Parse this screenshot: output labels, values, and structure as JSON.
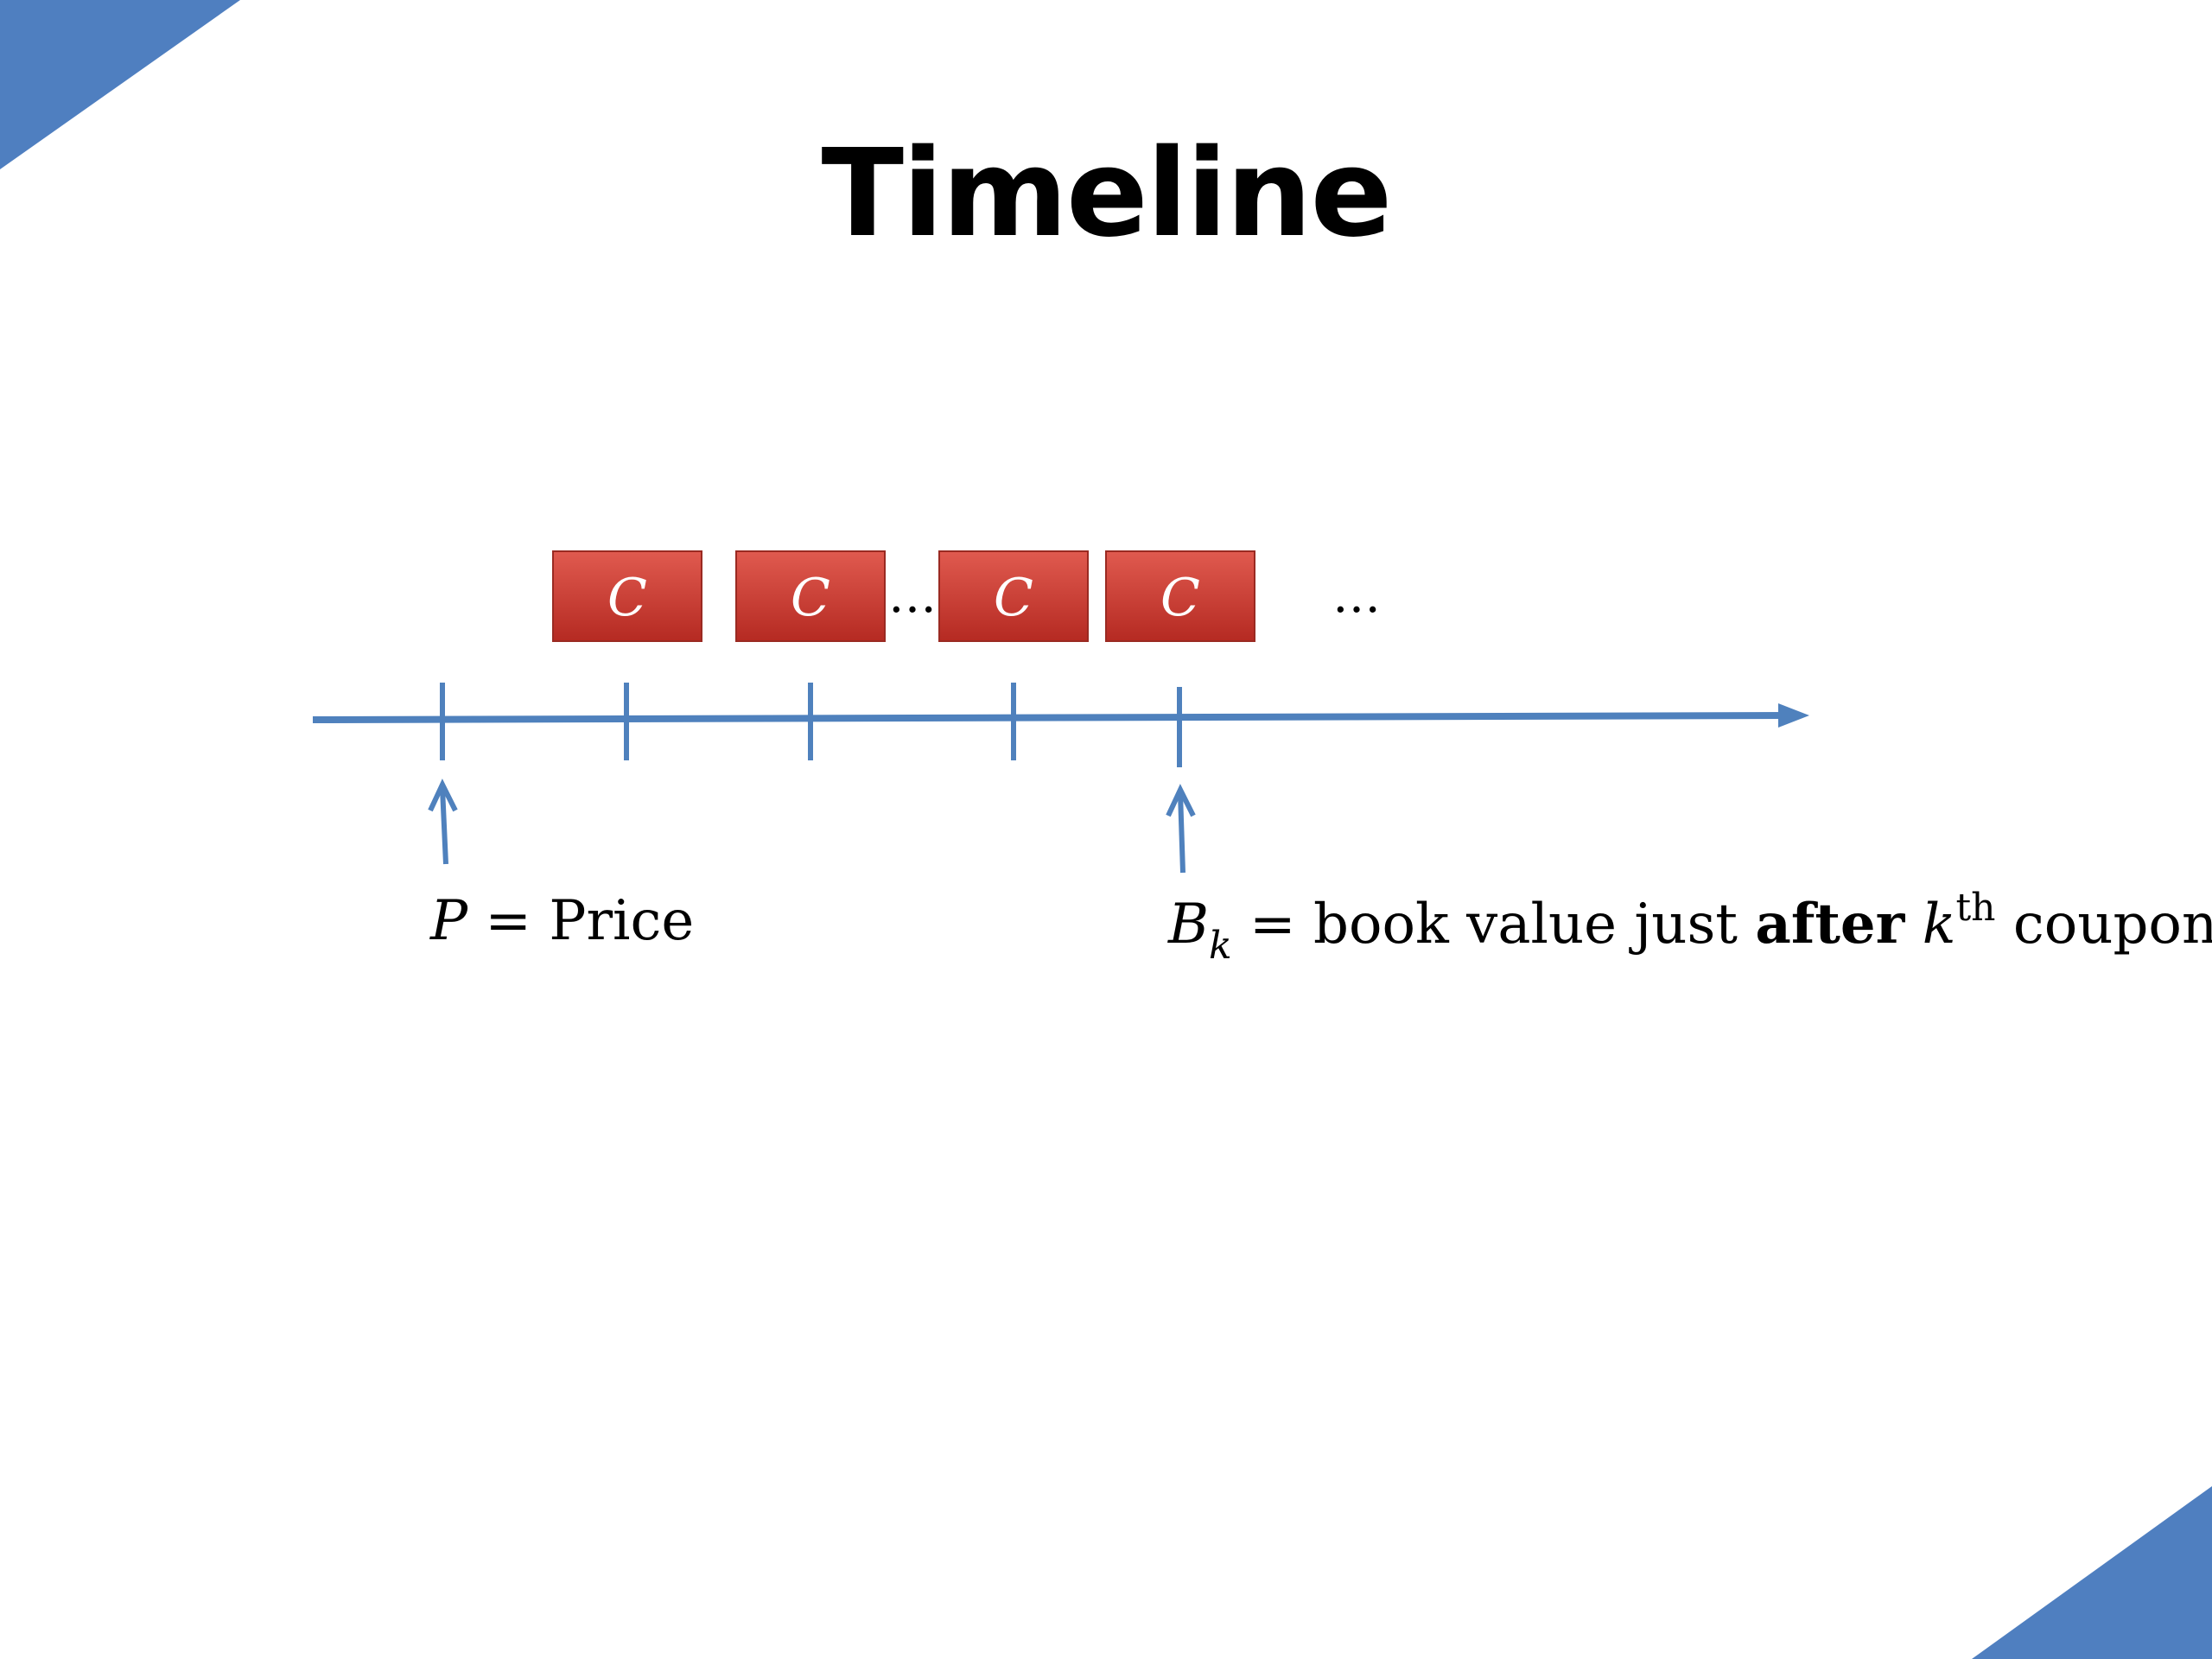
{
  "title": "Timeline",
  "colors": {
    "axis": "#4f81bd",
    "corner": "#4f7fc0",
    "coupon_fill": "#c0392b",
    "coupon_text": "#ffffff"
  },
  "coupon_label": "C",
  "ellipsis": "…",
  "price_label": {
    "var": "P",
    "eq": " = ",
    "text": "Price"
  },
  "book_label": {
    "var": "B",
    "sub": "k",
    "eq": " = ",
    "text1": "book value just ",
    "bold": "after",
    "space": " ",
    "var2": "k",
    "sup": "th",
    "text2": " coupon"
  }
}
